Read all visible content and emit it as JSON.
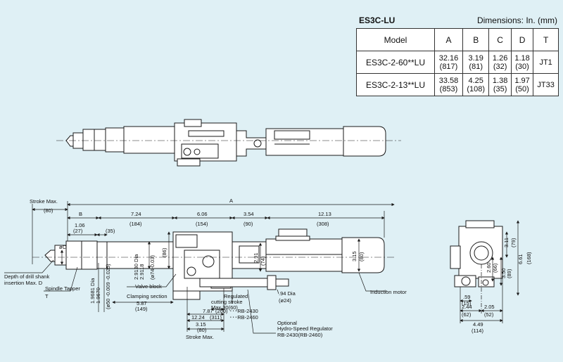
{
  "header": {
    "model_code": "ES3C-LU",
    "units": "Dimensions: In. (mm)"
  },
  "spec_table": {
    "columns": [
      "Model",
      "A",
      "B",
      "C",
      "D",
      "T"
    ],
    "rows": [
      {
        "model": "ES3C-2-60**LU",
        "A": [
          "32.16",
          "(817)"
        ],
        "B": [
          "3.19",
          "(81)"
        ],
        "C": [
          "1.26",
          "(32)"
        ],
        "D": [
          "1.18",
          "(30)"
        ],
        "T": "JT1"
      },
      {
        "model": "ES3C-2-13**LU",
        "A": [
          "33.58",
          "(853)"
        ],
        "B": [
          "4.25",
          "(108)"
        ],
        "C": [
          "1.38",
          "(35)"
        ],
        "D": [
          "1.97",
          "(50)"
        ],
        "T": "JT33"
      }
    ]
  },
  "side_view": {
    "top_dims": {
      "stroke_max": "Stroke Max.",
      "stroke_max_mm": "(80)",
      "A": "A",
      "B": "B",
      "d1": "7.24",
      "d1_mm": "(184)",
      "d2": "6.06",
      "d2_mm": "(154)",
      "d3": "3.54",
      "d3_mm": "(90)",
      "d4": "12.13",
      "d4_mm": "(308)",
      "d5": "1.06",
      "d5_mm": "(27)",
      "d6_mm": "(35)"
    },
    "vertical_dims": {
      "phi_c": "øC",
      "dia_2913": "2.9130 Dia",
      "dia_2913_tol": "2.9118",
      "dia_2913_mm": "(ø74-0.03)",
      "h86": "(86)",
      "h74": "(74)",
      "h291": "2.91",
      "h315": "3.15",
      "h80": "(80)",
      "dia_1968": "1.9681 Dia",
      "dia_1968_tol": "1.9670",
      "dia_1968_mm": "(ø50 -0.009 -0.025)"
    },
    "callouts": {
      "depth": "Depth of drill shank",
      "depth2": "insertion Max. D",
      "spindle": "Spindle Tapper",
      "spindle_t": "T",
      "valve": "Valve block",
      "clamping": "Clamping section",
      "clamping_in": "5.87",
      "clamping_mm": "(149)",
      "regulated": "Regulated",
      "cutting": "cutting stroke",
      "cutting_max": "Max.30(60)",
      "dia94": ".94 Dia",
      "dia94_mm": "(ø24)",
      "motor": "Induction motor",
      "optional": "Optional",
      "hydro": "Hydro-Speed Regulator",
      "rb": "RB-2430(RB-2460)",
      "stroke_bottom": "Stroke Max."
    },
    "bottom_dims": {
      "b1": "7.87",
      "b1_mm": "(200)",
      "b1_tag": "･･･RB-2430",
      "b2": "12.24",
      "b2_mm": "(311)",
      "b2_tag": "･･･RB-2460",
      "b3": "3.15",
      "b3_mm": "(80)"
    }
  },
  "end_view": {
    "d311": "3.11",
    "d79": "(79)",
    "d661": "6.61",
    "d168": "(168)",
    "d260": "2.60",
    "d66": "(66)",
    "d350": "3.50",
    "d89": "(89)",
    "w59": ".59",
    "w15": "(15)",
    "w244": "2.44",
    "w62": "(62)",
    "w205": "2.05",
    "w52": "(52)",
    "w449": "4.49",
    "w114": "(114)"
  },
  "colors": {
    "background": "#dff0f5",
    "line": "#1a1a1a",
    "body_fill": "#ffffff"
  }
}
